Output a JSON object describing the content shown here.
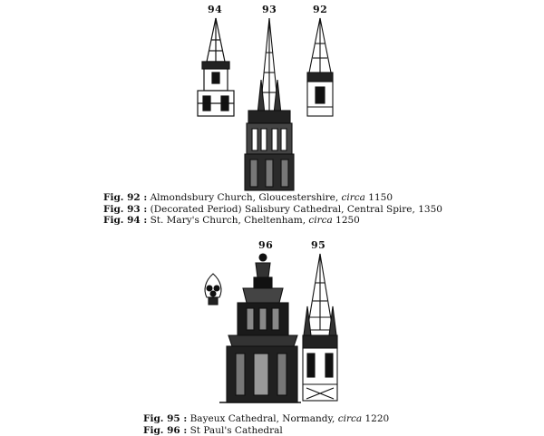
{
  "figure_numbers_top": {
    "f94": "94",
    "f93": "93",
    "f92": "92"
  },
  "figure_numbers_bottom": {
    "f96": "96",
    "f95": "95"
  },
  "captions_top": [
    {
      "label": "Fig. 92 :",
      "text": "Almondsbury Church, Gloucestershire,",
      "italic": "circa",
      "year": "1150"
    },
    {
      "label": "Fig. 93 :",
      "text": "(Decorated Period) Salisbury Cathedral, Central Spire,",
      "italic": "",
      "year": "1350"
    },
    {
      "label": "Fig. 94 :",
      "text": "St. Mary's Church, Cheltenham,",
      "italic": "circa",
      "year": "1250"
    }
  ],
  "captions_bottom": [
    {
      "label": "Fig. 95 :",
      "text": "Bayeux Cathedral, Normandy,",
      "italic": "circa",
      "year": "1220"
    },
    {
      "label": "Fig. 96 :",
      "text": "St Paul's Cathedral",
      "italic": "",
      "year": ""
    }
  ],
  "colors": {
    "ink": "#111111",
    "paper": "#ffffff"
  }
}
